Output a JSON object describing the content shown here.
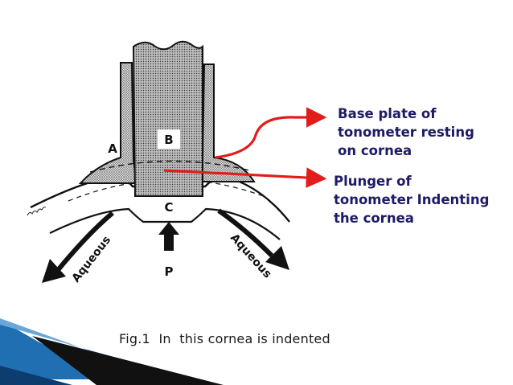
{
  "diagram": {
    "labels": {
      "a": "A",
      "b": "B",
      "c": "C",
      "p": "P",
      "aqueous_left": "Aqueous",
      "aqueous_right": "Aqueous"
    },
    "callouts": {
      "base_plate": [
        "Base plate of",
        "tonometer resting",
        "on cornea"
      ],
      "plunger": [
        "Plunger of",
        "tonometer Indenting",
        "the cornea"
      ]
    },
    "caption": "Fig.1  In  this cornea is indented"
  },
  "colors": {
    "callout_text": "#1f1a66",
    "arrow": "#e21b1b",
    "accent_stripe": "#1f6fb2"
  }
}
